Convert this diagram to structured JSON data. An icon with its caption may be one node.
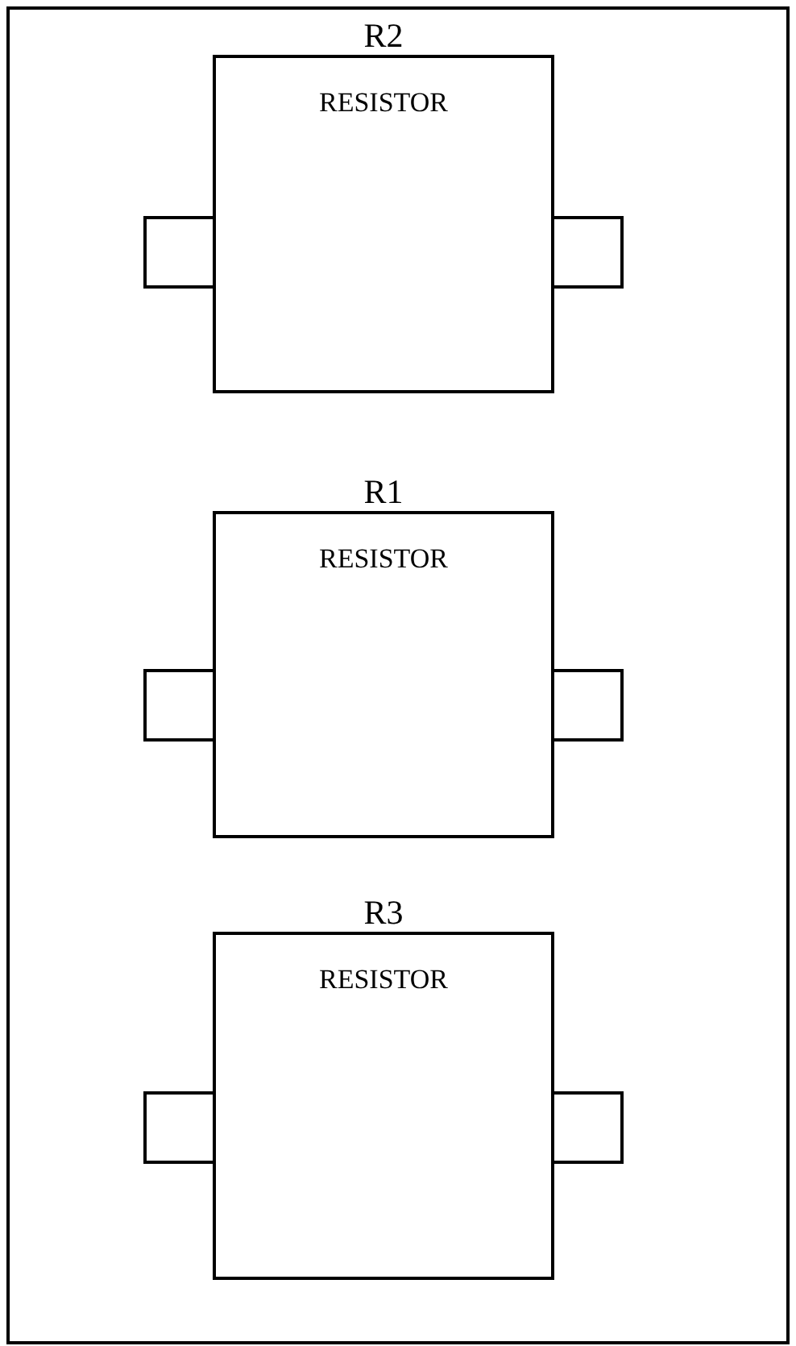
{
  "diagram": {
    "nodes": [
      {
        "text": [],
        "shape": "box"
      },
      {
        "text": [
          "R2",
          "RESISTOR"
        ],
        "in": 0
      },
      {
        "text": [
          "R1",
          "RESISTOR"
        ],
        "in": 0
      },
      {
        "text": [
          "R3",
          "RESISTOR"
        ],
        "in": 0
      }
    ]
  }
}
